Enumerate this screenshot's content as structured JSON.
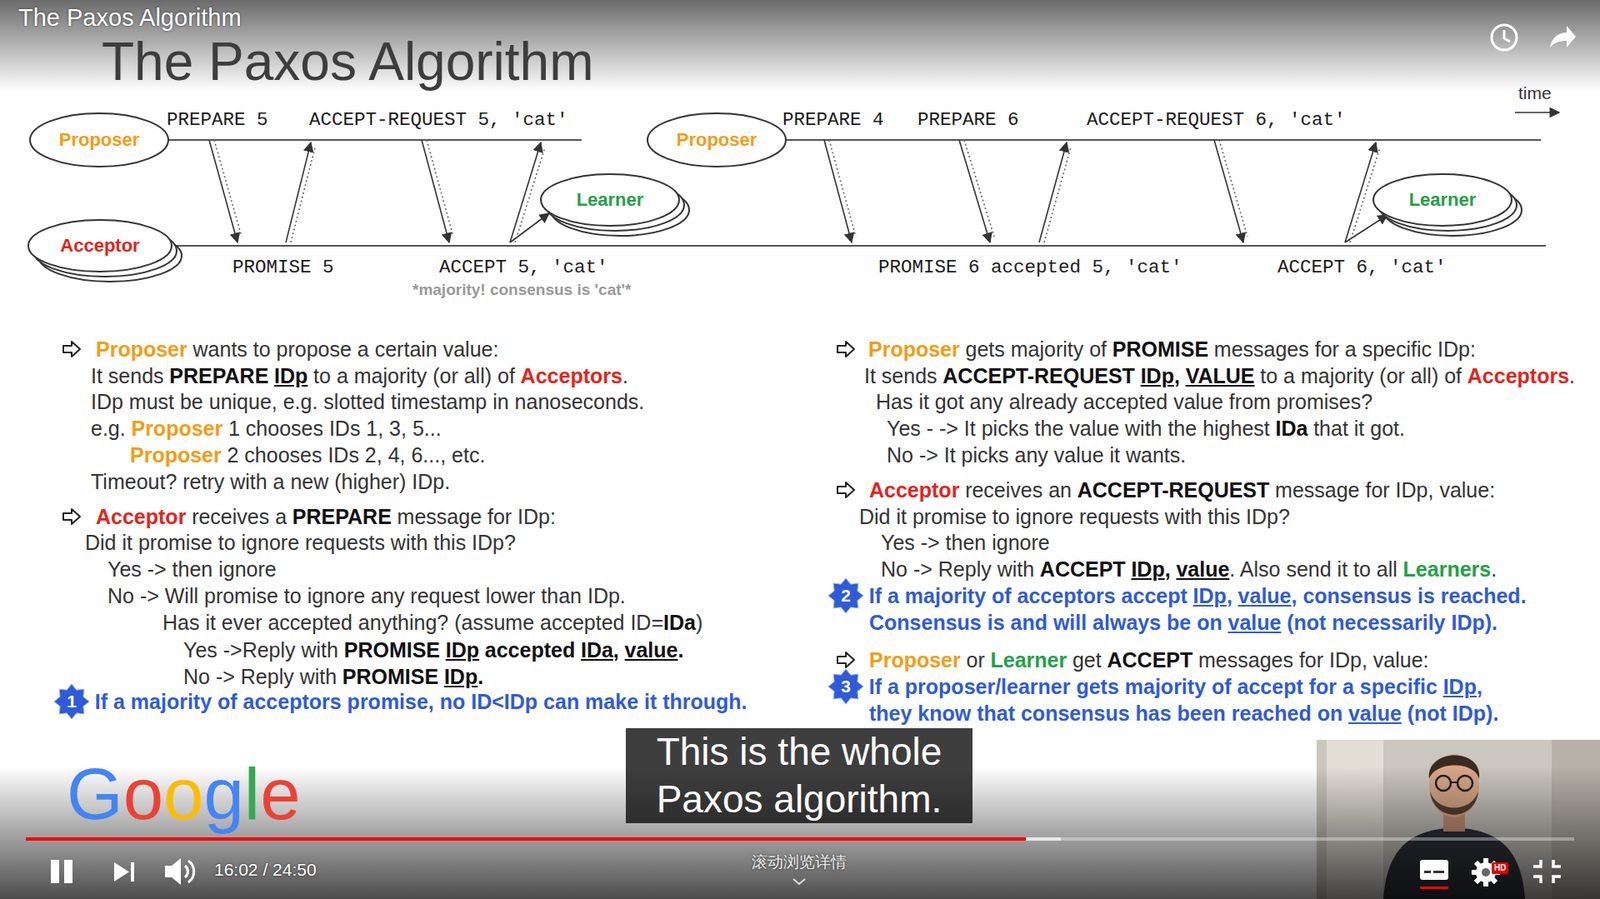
{
  "diagram": {
    "title": "The Paxos Algorithm",
    "caption": "This is the whole Paxos algorithm.",
    "nodes": [
      {
        "text": [
          "Proposer"
        ]
      },
      {
        "text": [
          "Acceptor"
        ]
      },
      {
        "text": [
          "Learner"
        ]
      },
      {
        "text": [
          "Proposer"
        ]
      },
      {
        "text": [
          "Learner"
        ]
      }
    ],
    "labels": [
      "The Paxos Algorithm",
      "time",
      "PREPARE 5",
      "ACCEPT-REQUEST 5, 'cat'",
      "PREPARE 4",
      "PREPARE 6",
      "ACCEPT-REQUEST 6, 'cat'",
      "PROMISE 5",
      "ACCEPT 5, 'cat'",
      "*majority! consensus is 'cat'*",
      "PROMISE 6 accepted 5, 'cat'",
      "ACCEPT 6, 'cat'",
      "Proposer",
      "wants to propose a certain value:",
      "It sends",
      "PREPARE",
      "IDp",
      "to a majority (or all) of",
      "Acceptors",
      ".",
      "IDp must be unique, e.g. slotted timestamp in nanoseconds.",
      "e.g.",
      "Proposer",
      "1 chooses IDs 1, 3, 5...",
      "Proposer",
      "2 chooses IDs 2, 4, 6..., etc.",
      "Timeout? retry with a new (higher) IDp.",
      "Acceptor",
      "receives a",
      "PREPARE",
      "message for IDp:",
      "Did it promise to ignore requests with this IDp?",
      "Yes -> then ignore",
      "No -> Will promise to ignore any request lower than IDp.",
      "Has it ever accepted anything? (assume accepted ID=",
      "IDa",
      ")",
      "Yes ->Reply with",
      "PROMISE",
      "IDp",
      "accepted",
      "IDa",
      ",",
      "value",
      ".",
      "No -> Reply with",
      "PROMISE",
      "IDp",
      ".",
      "1",
      "If a majority of acceptors promise, no ID<IDp can make it through.",
      "Proposer",
      "gets majority of",
      "PROMISE",
      "messages for a specific IDp:",
      "It sends",
      "ACCEPT-REQUEST",
      "IDp",
      ",",
      "VALUE",
      "to a majority (or all) of",
      "Acceptors",
      ".",
      "Has it got any already accepted value from promises?",
      "Yes - -> It picks the value with the highest",
      "IDa",
      "that it got.",
      "No -> It picks any value it wants.",
      "Acceptor",
      "receives an",
      "ACCEPT-REQUEST",
      "message for IDp, value:",
      "Did it promise to ignore requests with this IDp?",
      "Yes -> then ignore",
      "No -> Reply with",
      "ACCEPT",
      "IDp",
      ",",
      "value",
      ". Also send it to all",
      "Learners",
      ".",
      "2",
      "If a majority of acceptors accept",
      "IDp",
      ",",
      "value",
      ", consensus is reached.",
      "Consensus is and will always be on",
      "value",
      "(not necessarily IDp).",
      "Proposer",
      "or",
      "Learner",
      "get",
      "ACCEPT",
      "messages for IDp, value:",
      "3",
      "If a proposer/learner gets majority of accept for a specific",
      "IDp",
      ",",
      "they know that consensus has been reached on",
      "value",
      "(not IDp).",
      "Google",
      "16:02 / 24:50",
      "滚动浏览详情",
      "HD"
    ]
  }
}
